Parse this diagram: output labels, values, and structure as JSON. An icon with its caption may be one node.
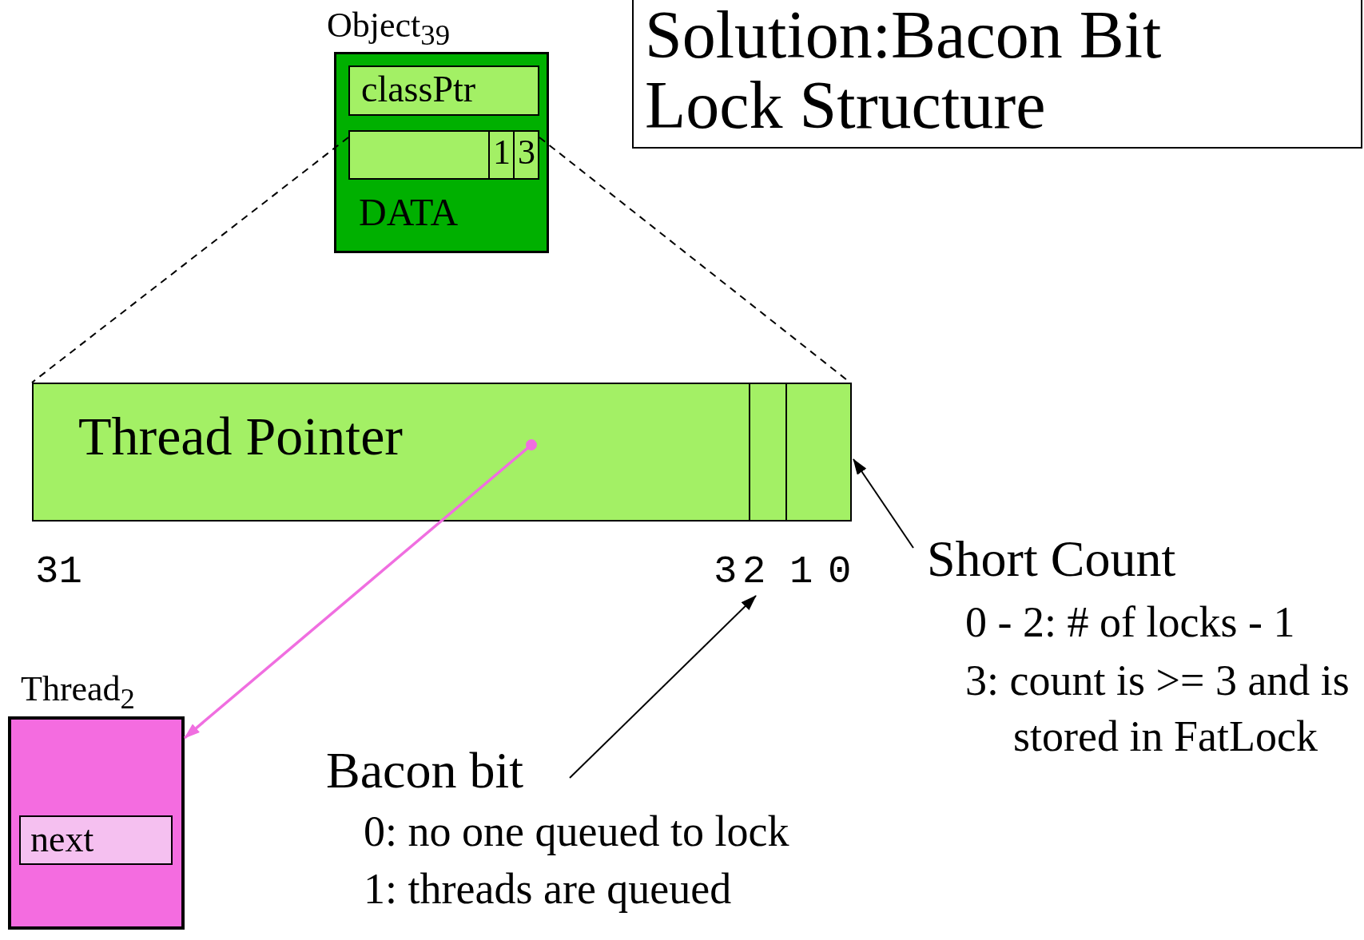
{
  "diagram": {
    "title": "Solution:Bacon Bit Lock Structure",
    "nodes": [
      {
        "text": [
          "Object$_{39}$",
          "DATA"
        ]
      },
      {
        "text": [
          "classPtr"
        ],
        "in": 0
      },
      {
        "text": [],
        "shape": "box",
        "in": 0
      },
      {
        "text": [
          "1"
        ],
        "in": 2
      },
      {
        "text": [
          "3"
        ],
        "in": 2
      },
      {
        "text": [
          "Thread Pointer"
        ]
      },
      {
        "text": [],
        "shape": "box",
        "in": 5
      },
      {
        "text": [],
        "shape": "box",
        "in": 5
      },
      {
        "text": [
          "2"
        ]
      },
      {
        "text": [
          "Thread$_{2}$"
        ]
      },
      {
        "text": [
          "next"
        ],
        "in": 9
      },
      {
        "text": [
          "Short Count",
          "0 - 2: # of locks - 1",
          "3: count is >= 3 and is stored in FatLock"
        ]
      },
      {
        "text": [
          "Bacon bit",
          "0: no one queued to lock",
          "1: threads are queued"
        ]
      }
    ],
    "edges": [
      {
        "from": 5,
        "to": 9,
        "arrow": "to",
        "color": "#f06ee0"
      },
      {
        "from": 11,
        "to": 7,
        "arrow": "to"
      },
      {
        "from": 12,
        "to": 8,
        "arrow": "to"
      },
      {
        "from": 2,
        "to": 5,
        "arrow": "none",
        "style": "dashed"
      },
      {
        "from": 2,
        "to": 5,
        "arrow": "none",
        "style": "dashed"
      }
    ],
    "labels": [
      "31",
      "3",
      "1",
      "0"
    ]
  }
}
